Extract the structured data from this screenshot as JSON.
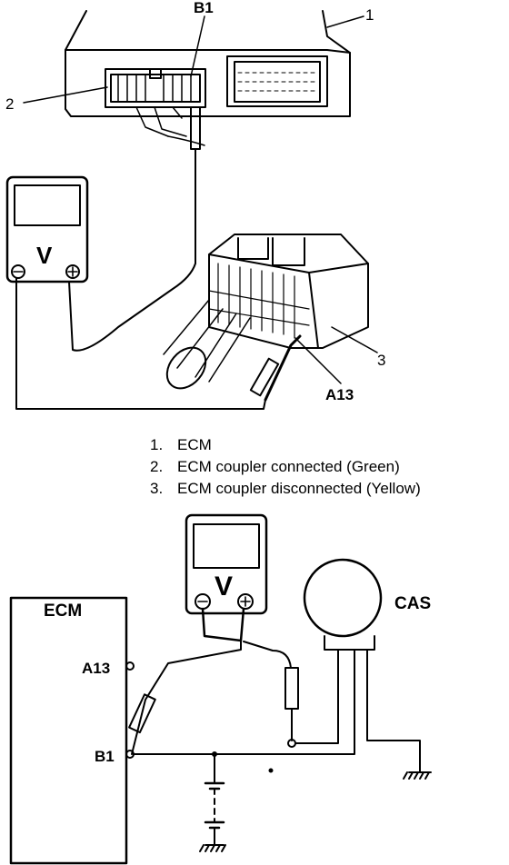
{
  "top_figure": {
    "callout_1": "1",
    "callout_2": "2",
    "callout_3": "3",
    "pin_b1": "B1",
    "pin_a13": "A13",
    "meter_symbol": "V",
    "meter_minus": "⊖",
    "meter_plus": "⊕"
  },
  "legend": {
    "items": [
      {
        "num": "1.",
        "text": "ECM"
      },
      {
        "num": "2.",
        "text": "ECM coupler connected (Green)"
      },
      {
        "num": "3.",
        "text": "ECM coupler disconnected (Yellow)"
      }
    ]
  },
  "schematic": {
    "ecm_label": "ECM",
    "pin_a13": "A13",
    "pin_b1": "B1",
    "meter_symbol": "V",
    "meter_minus": "⊖",
    "meter_plus": "⊕",
    "sensor_label": "CAS"
  }
}
